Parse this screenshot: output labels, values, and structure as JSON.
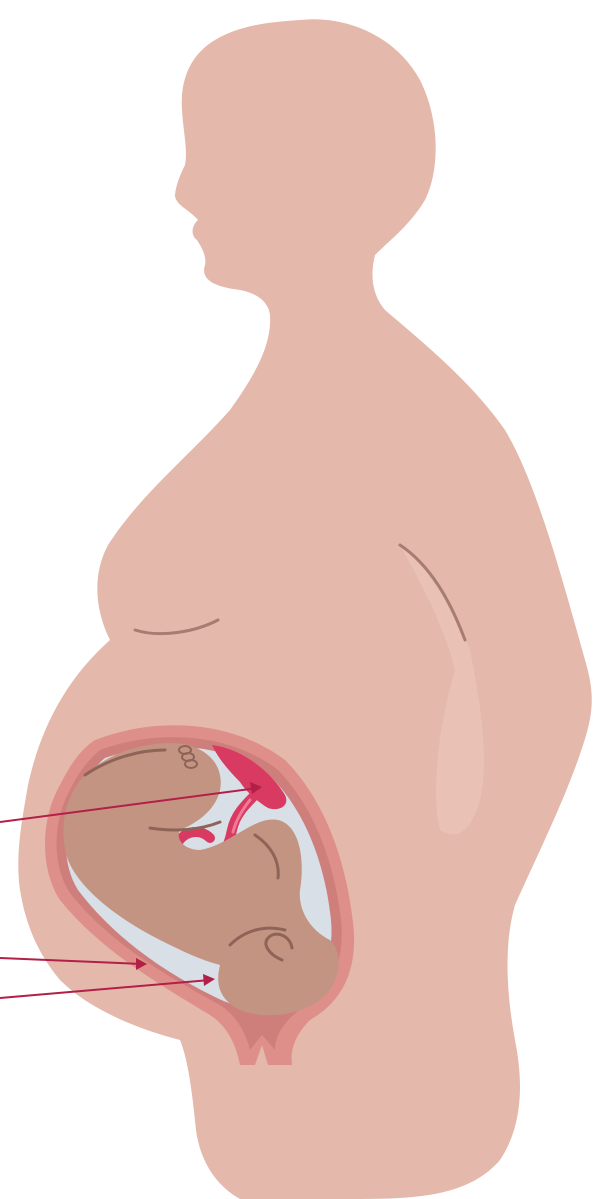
{
  "diagram": {
    "subject": "pregnancy-cross-section",
    "colors": {
      "body": "#e4b8ab",
      "body_line": "#a87c70",
      "uterus_wall": "#df8f8a",
      "uterus_inner": "#cf7f7b",
      "amniotic_fluid": "#d8dfe6",
      "fetus": "#c49483",
      "fetus_line": "#8e6458",
      "placenta": "#d93a62",
      "placenta_dark": "#b82a50",
      "pointer": "#b21f47"
    },
    "callouts": [
      {
        "id": "placenta",
        "label": ""
      },
      {
        "id": "uterine-wall",
        "label": ""
      },
      {
        "id": "amniotic-fluid",
        "label": ""
      }
    ]
  }
}
